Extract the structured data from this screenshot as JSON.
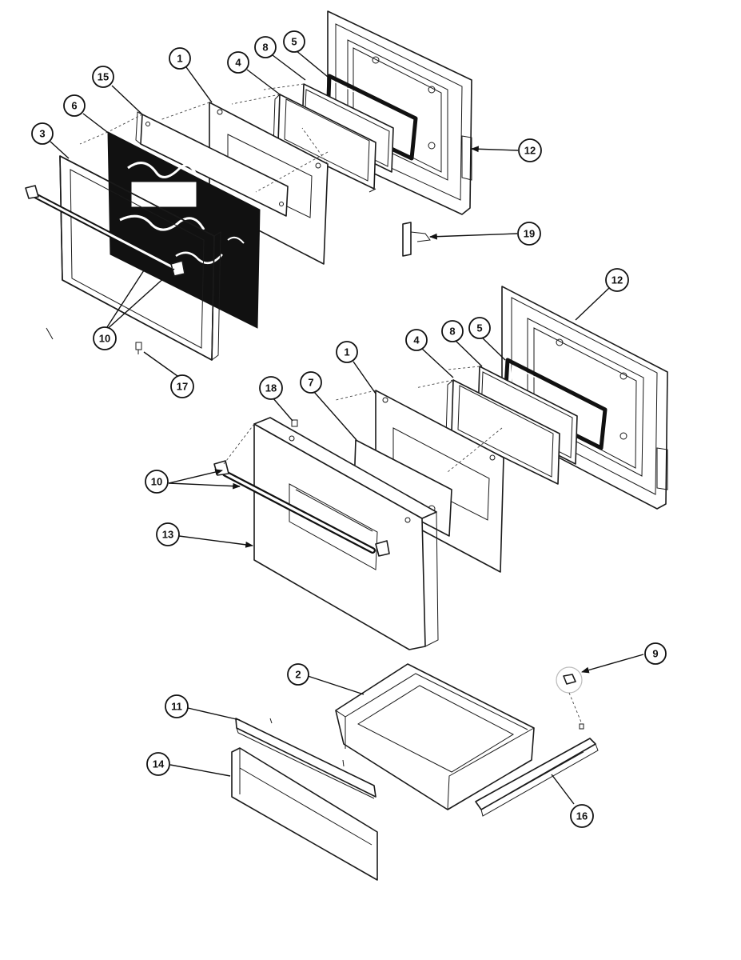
{
  "callouts": [
    {
      "id": "c1a",
      "label": "1"
    },
    {
      "id": "c15",
      "label": "15"
    },
    {
      "id": "c6",
      "label": "6"
    },
    {
      "id": "c3",
      "label": "3"
    },
    {
      "id": "c8a",
      "label": "8"
    },
    {
      "id": "c5a",
      "label": "5"
    },
    {
      "id": "c4a",
      "label": "4"
    },
    {
      "id": "c12a",
      "label": "12"
    },
    {
      "id": "c19",
      "label": "19"
    },
    {
      "id": "c10a",
      "label": "10"
    },
    {
      "id": "c17",
      "label": "17"
    },
    {
      "id": "c12b",
      "label": "12"
    },
    {
      "id": "c1b",
      "label": "1"
    },
    {
      "id": "c4b",
      "label": "4"
    },
    {
      "id": "c8b",
      "label": "8"
    },
    {
      "id": "c5b",
      "label": "5"
    },
    {
      "id": "c18",
      "label": "18"
    },
    {
      "id": "c7",
      "label": "7"
    },
    {
      "id": "c10b",
      "label": "10"
    },
    {
      "id": "c13",
      "label": "13"
    },
    {
      "id": "c9",
      "label": "9"
    },
    {
      "id": "c2",
      "label": "2"
    },
    {
      "id": "c11",
      "label": "11"
    },
    {
      "id": "c14",
      "label": "14"
    },
    {
      "id": "c16",
      "label": "16"
    }
  ]
}
